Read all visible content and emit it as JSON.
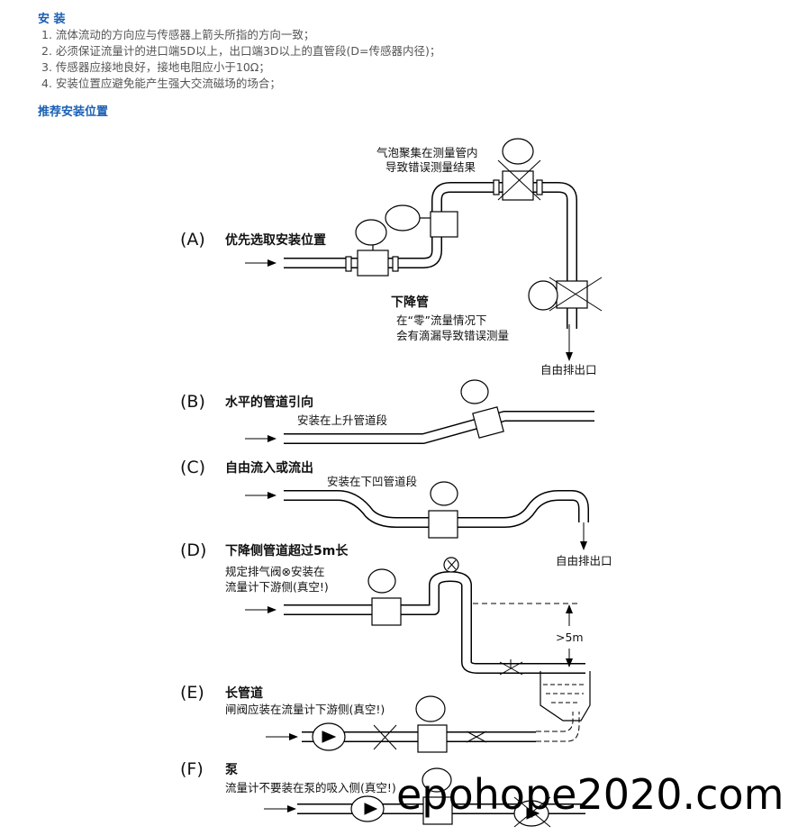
{
  "install": {
    "heading": "安 装",
    "items": [
      "1.   流体流动的方向应与传感器上箭头所指的方向一致；",
      "2.   必须保证流量计的进口端5D以上，出口端3D以上的直管段(D=传感器内径)；",
      "3. 传感器应接地良好，接地电阻应小于10Ω；",
      "4.   安装位置应避免能产生强大交流磁场的场合；"
    ]
  },
  "recommend": {
    "heading": "推荐安装位置",
    "A": {
      "label": "(A)",
      "title": "优先选取安装位置",
      "bubble_note": [
        "气泡聚集在测量管内",
        "导致错误测量结果"
      ],
      "downpipe_title": "下降管",
      "downpipe_note": [
        "在“零”流量情况下",
        "会有滴漏导致错误测量"
      ],
      "outlet": "自由排出口"
    },
    "B": {
      "label": "(B)",
      "title": "水平的管道引向",
      "note": "安装在上升管道段"
    },
    "C": {
      "label": "(C)",
      "title": "自由流入或流出",
      "note": "安装在下凹管道段",
      "outlet": "自由排出口"
    },
    "D": {
      "label": "(D)",
      "title": "下降侧管道超过5m长",
      "note": [
        "规定排气阀⊗安装在",
        "流量计下游侧(真空!)"
      ],
      "height": ">5m"
    },
    "E": {
      "label": "(E)",
      "title": "长管道",
      "note": "闸阀应装在流量计下游侧(真空!)"
    },
    "F": {
      "label": "(F)",
      "title": "泵",
      "note": "流量计不要装在泵的吸入侧(真空!)"
    }
  },
  "watermark": "epohope2020.com"
}
